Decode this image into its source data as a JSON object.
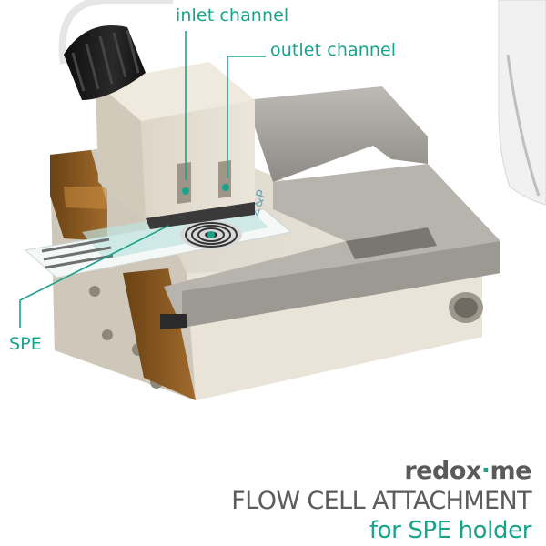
{
  "callouts": {
    "inlet": "inlet channel",
    "outlet": "outlet channel",
    "spe": "SPE"
  },
  "brand": {
    "name_before": "redox",
    "name_accent": "·",
    "name_after": "me"
  },
  "product": {
    "title": "FLOW CELL ATTACHMENT",
    "subtitle": "for SPE holder"
  },
  "colors": {
    "accent": "#1aa38a",
    "text_dark": "#5a5a5a",
    "metal": "#a8a6a2",
    "cream": "#e8e1d4",
    "brass": "#8a5a22"
  }
}
